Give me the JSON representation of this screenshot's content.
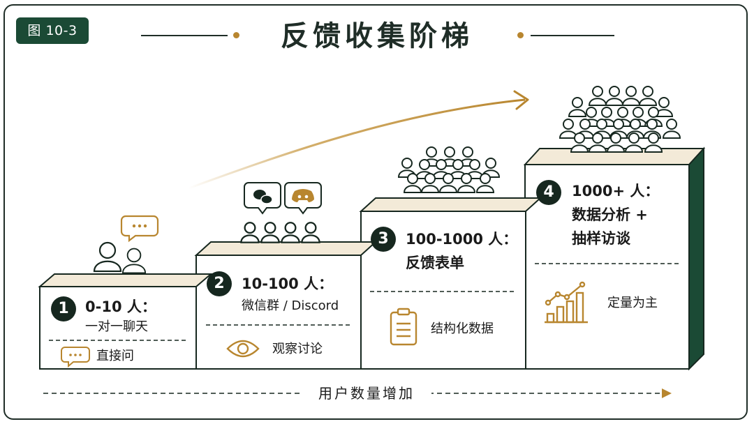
{
  "figure_label": "图 10-3",
  "title": "反馈收集阶梯",
  "x_axis_label": "用户数量增加",
  "colors": {
    "dark_green": "#1b4a35",
    "gold": "#b8862f",
    "cream": "#f3ead8",
    "ink": "#16271f"
  },
  "steps": [
    {
      "number": "1",
      "range": "0-10 人：",
      "method": "一对一聊天",
      "action": "直接问",
      "action_icon": "chat-bubble-icon",
      "illustration": "two-people-with-chat-bubble"
    },
    {
      "number": "2",
      "range": "10-100 人：",
      "method": "微信群 / Discord",
      "action": "观察讨论",
      "action_icon": "eye-icon",
      "illustration": "four-people-wechat-discord"
    },
    {
      "number": "3",
      "range": "100-1000 人：",
      "method": "反馈表单",
      "action": "结构化数据",
      "action_icon": "clipboard-icon",
      "illustration": "crowd-of-people"
    },
    {
      "number": "4",
      "range": "1000+ 人：",
      "method_lines": [
        "数据分析 +",
        "抽样访谈"
      ],
      "action": "定量为主",
      "action_icon": "bar-chart-icon",
      "illustration": "large-crowd"
    }
  ]
}
